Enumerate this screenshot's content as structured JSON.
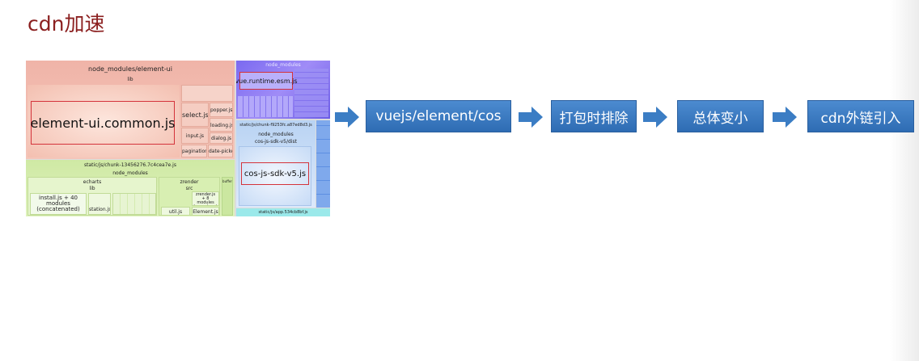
{
  "slide": {
    "title": "cdn加速"
  },
  "treemap": {
    "element_group": "node_modules/element-ui",
    "element_lib": "lib",
    "element_main": "element-ui.common.js",
    "element_select": "select.js",
    "element_input": "input.js",
    "element_pieces": [
      "popper.js",
      "loading.js",
      "dialog.js",
      "pagination.js",
      "date-picker.js"
    ],
    "chunk1": "static/js/chunk-13456276.7c4cea7e.js",
    "chunk1_modules": "node_modules",
    "echarts": "echarts",
    "echarts_lib": "lib",
    "install": "install.js + 40 modules (concatenated)",
    "station": "station.js",
    "zrender": "zrender",
    "zrender_src": "src",
    "zr_concat": "zrender.js + 8 modules (concatenated)",
    "zr_element": "Element.js",
    "zr_util": "util.js",
    "buffer": "buffer",
    "nm_vue": "node_modules",
    "vue_main": "vue.runtime.esm.js",
    "chunk2": "static/js/chunk-f9253fc.a87ed8d3.js",
    "chunk2_modules": "node_modules",
    "cos_dir": "cos-js-sdk-v5/dist",
    "cos_main": "cos-js-sdk-v5.js",
    "app": "static/js/app.534cb8bf.js"
  },
  "flow": {
    "steps": [
      "vuejs/element/cos",
      "打包时排除",
      "总体变小",
      "cdn外链引入"
    ]
  },
  "colors": {
    "title": "#8b1f1f",
    "step_fill": "#3a78c0",
    "arrow": "#3b7dc4",
    "highlight_border": "#d4333b"
  }
}
